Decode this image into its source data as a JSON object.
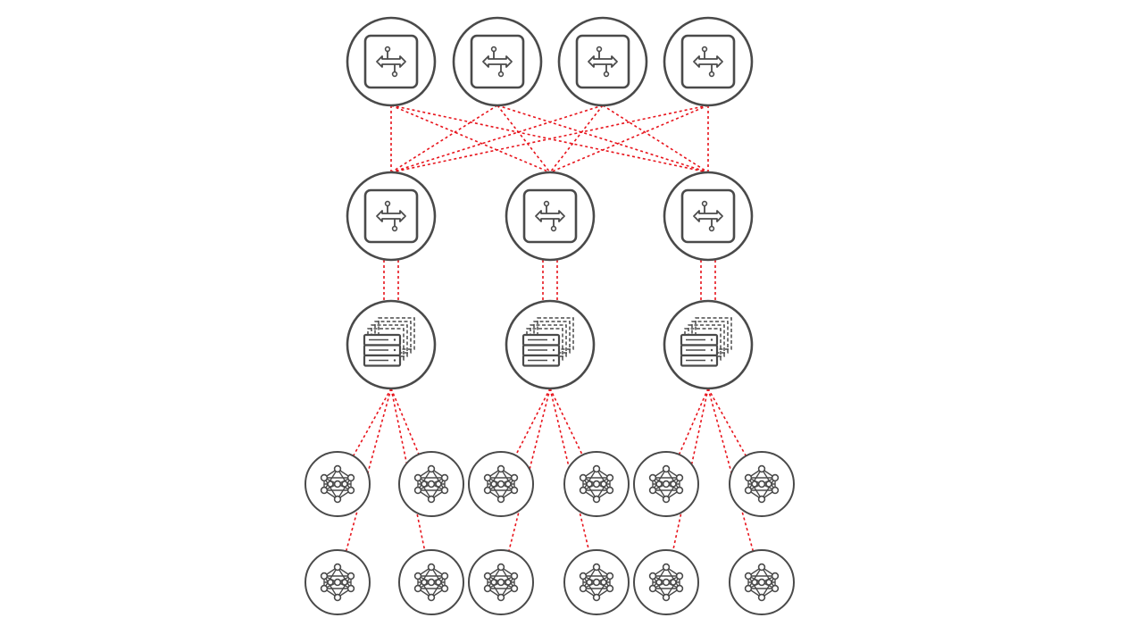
{
  "diagram": {
    "colors": {
      "node_stroke": "#4a4a4a",
      "link": "#e8141c",
      "background": "#ffffff"
    },
    "tiers": [
      {
        "id": "spine",
        "icon": "switch-icon",
        "count": 4
      },
      {
        "id": "leaf",
        "icon": "switch-icon",
        "count": 3
      },
      {
        "id": "server",
        "icon": "server-stack-icon",
        "count": 3
      },
      {
        "id": "endpoint",
        "icon": "neural-network-icon",
        "count": 12
      }
    ],
    "links": {
      "spine_to_leaf": "full-mesh",
      "leaf_to_server": "dual-link",
      "server_to_endpoint": "4-per-server"
    }
  }
}
